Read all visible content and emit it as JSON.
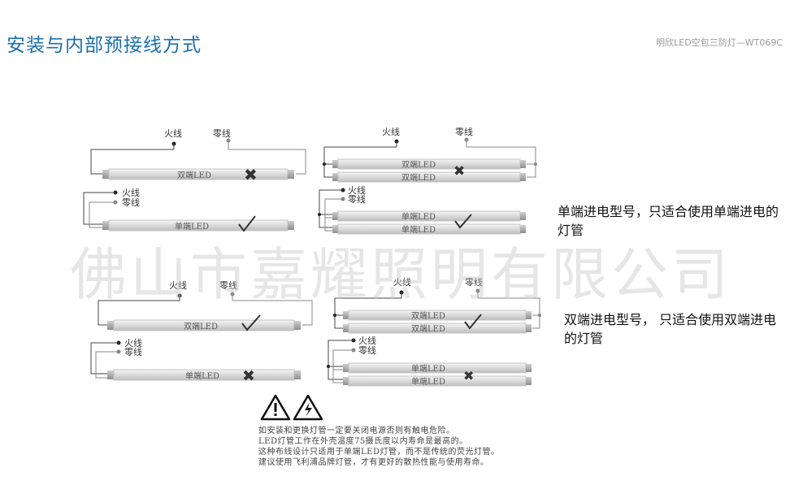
{
  "header": {
    "title": "安装与内部预接线方式",
    "brand": "明欣LED空包三防灯—WT069C"
  },
  "watermark": "佛山市嘉耀照明有限公司",
  "labels": {
    "live": "火线",
    "neutral": "零线",
    "double_led": "双端LED",
    "single_led": "单端LED"
  },
  "descriptions": {
    "single": "单端进电型号，只适合使用单端进电的灯管",
    "double": "双端进电型号， 只适合使用双端进电的灯管"
  },
  "warning_lines": [
    "如安装和更换灯管一定要关闭电源否则有触电危险。",
    "LED灯管工作在外壳温度75摄氏度以内寿命是最高的。",
    "这种布线设计只适用于单端LED灯管，而不是传统的荧光灯管。",
    "建议使用飞利浦品牌灯管，才有更好的散热性能与使用寿命。"
  ]
}
